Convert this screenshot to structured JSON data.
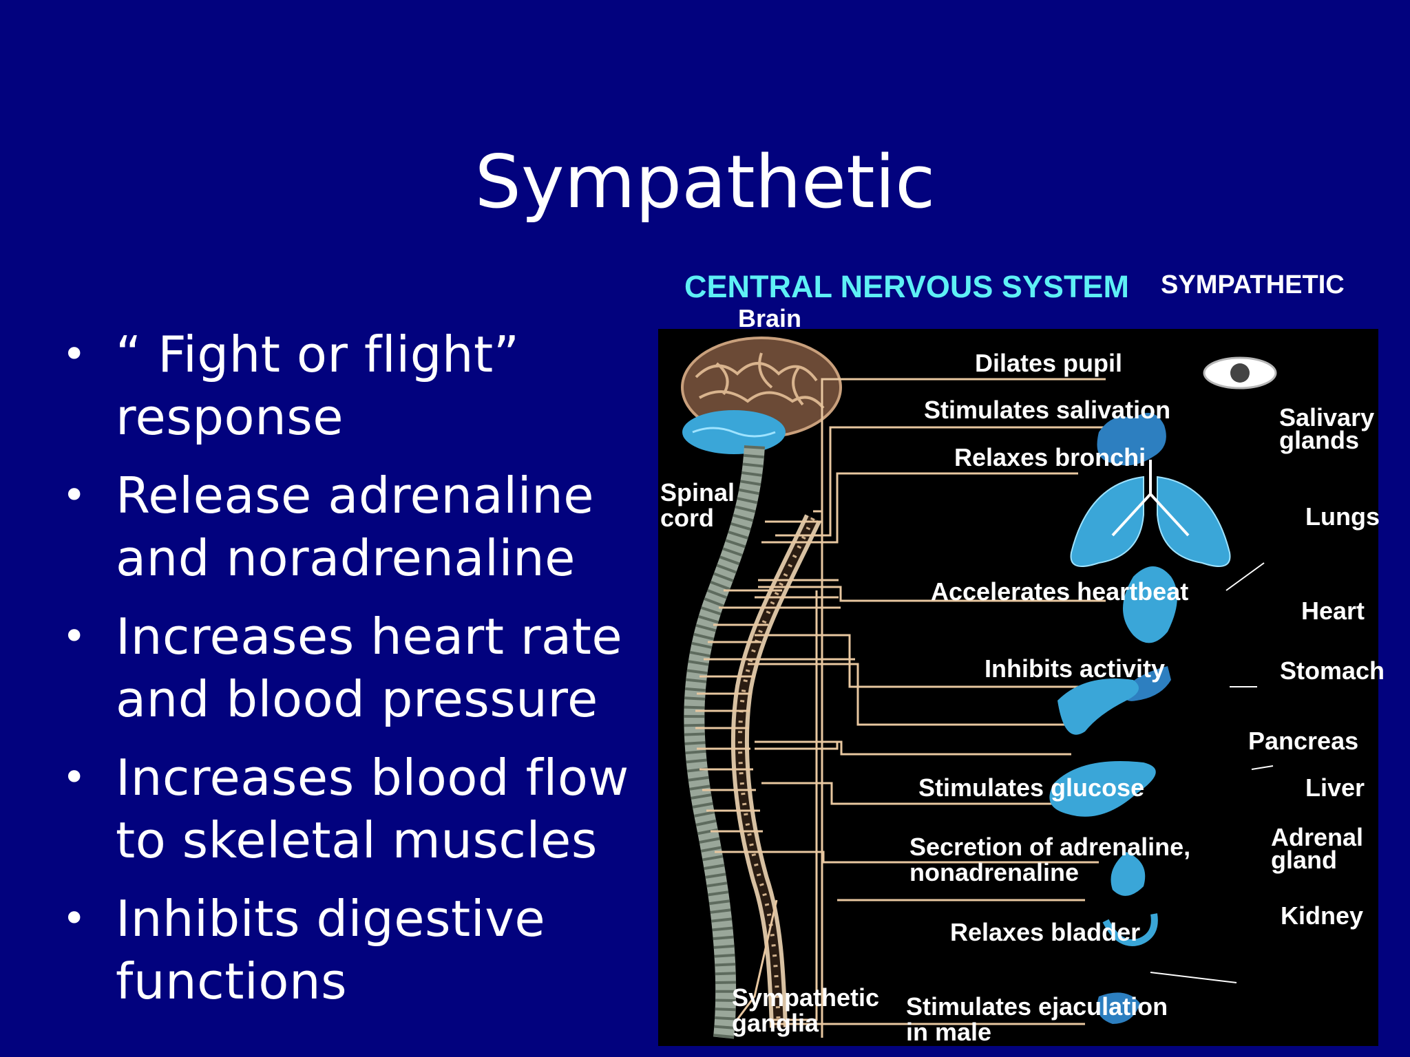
{
  "title": "Sympathetic",
  "bullets": [
    {
      "line1": "“ Fight or flight”",
      "line2": "response"
    },
    {
      "line1": "Release adrenaline",
      "line2": "and noradrenaline"
    },
    {
      "line1": "Increases heart rate",
      "line2": "and blood pressure"
    },
    {
      "line1": "Increases blood flow",
      "line2": "to skeletal muscles"
    },
    {
      "line1": "Inhibits digestive",
      "line2": "functions"
    }
  ],
  "diagram": {
    "cns_heading": "CENTRAL NERVOUS SYSTEM",
    "sympathetic_heading": "SYMPATHETIC",
    "brain_label": "Brain",
    "spinal_cord_label": [
      "Spinal",
      "cord"
    ],
    "ganglia_label": [
      "Sympathetic",
      "ganglia"
    ],
    "effects": {
      "pupil": "Dilates pupil",
      "salivation": "Stimulates salivation",
      "bronchi": "Relaxes bronchi",
      "heartbeat": "Accelerates heartbeat",
      "inhibits": "Inhibits activity",
      "glucose": "Stimulates glucose",
      "adrenaline": [
        "Secretion of adrenaline,",
        "nonadrenaline"
      ],
      "bladder": "Relaxes bladder",
      "ejaculation": [
        "Stimulates ejaculation",
        "in male"
      ]
    },
    "organs": {
      "salivary": [
        "Salivary",
        "glands"
      ],
      "lungs": "Lungs",
      "heart": "Heart",
      "stomach": "Stomach",
      "pancreas": "Pancreas",
      "liver": "Liver",
      "adrenal": [
        "Adrenal",
        "gland"
      ],
      "kidney": "Kidney"
    },
    "colors": {
      "heading_accent": "#5ef0f5",
      "nerve": "#e8c7a0",
      "organ": "#3aa6d8"
    }
  }
}
